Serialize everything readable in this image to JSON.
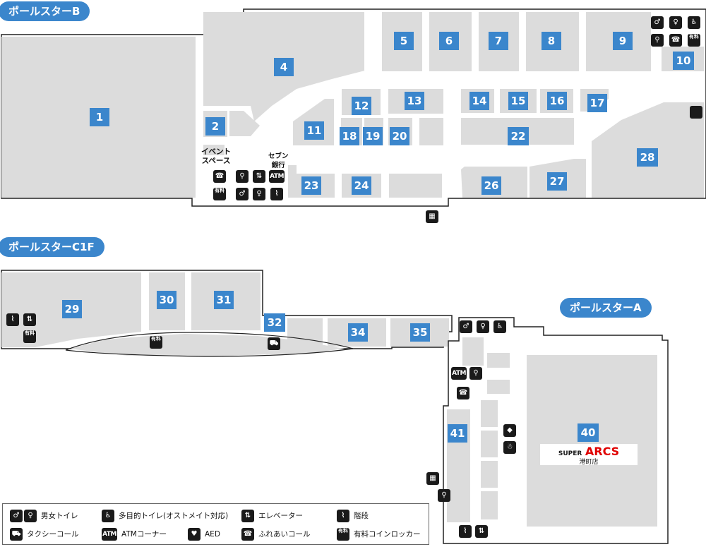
{
  "sections": {
    "b": "ポールスターB",
    "c1f": "ポールスターC1F",
    "a": "ポールスターA"
  },
  "stores": [
    "1",
    "2",
    "4",
    "5",
    "6",
    "7",
    "8",
    "9",
    "10",
    "11",
    "12",
    "13",
    "14",
    "15",
    "16",
    "17",
    "18",
    "19",
    "20",
    "22",
    "23",
    "24",
    "26",
    "27",
    "28",
    "29",
    "30",
    "31",
    "32",
    "34",
    "35",
    "40",
    "41"
  ],
  "labels": {
    "event_space": [
      "イベント",
      "スペース"
    ],
    "seven_bank": [
      "セブン",
      "銀行"
    ]
  },
  "tenant_logo": {
    "prefix": "SUPER",
    "name": "ARCS",
    "subtitle": "港町店"
  },
  "icon_text": {
    "atm": "ATM",
    "paid_locker": "有料"
  },
  "legend": [
    {
      "icon": "restroom-icon",
      "label": "男女トイレ"
    },
    {
      "icon": "multipurpose-toilet-icon",
      "label": "多目的トイレ(オストメイト対応)"
    },
    {
      "icon": "elevator-icon",
      "label": "エレベーター"
    },
    {
      "icon": "stairs-icon",
      "label": "階段"
    },
    {
      "icon": "taxi-call-icon",
      "label": "タクシーコール"
    },
    {
      "icon": "atm-icon",
      "label": "ATMコーナー"
    },
    {
      "icon": "aed-icon",
      "label": "AED"
    },
    {
      "icon": "contact-call-icon",
      "label": "ふれあいコール"
    },
    {
      "icon": "coin-locker-icon",
      "label": "有料コインロッカー"
    }
  ],
  "colors": {
    "store_fill": "#dcdcdc",
    "badge": "#3b86cc",
    "outline": "#222222"
  }
}
